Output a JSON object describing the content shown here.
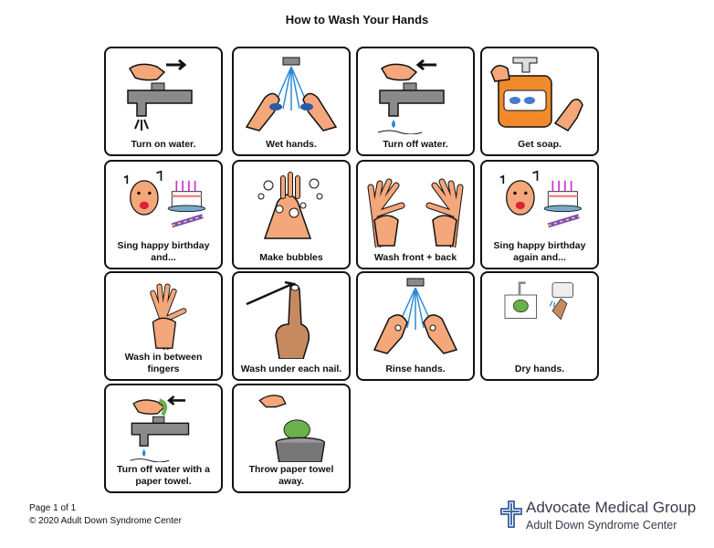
{
  "title": "How to Wash Your Hands",
  "steps": [
    {
      "label": "Turn on water."
    },
    {
      "label": "Wet hands."
    },
    {
      "label": "Turn off water."
    },
    {
      "label": "Get soap."
    },
    {
      "label": "Sing happy birthday and..."
    },
    {
      "label": "Make bubbles"
    },
    {
      "label": "Wash front + back"
    },
    {
      "label": "Sing happy birthday again and..."
    },
    {
      "label": "Wash in between fingers"
    },
    {
      "label": "Wash under each nail."
    },
    {
      "label": "Rinse hands."
    },
    {
      "label": "Dry hands."
    },
    {
      "label": "Turn off water with a paper towel."
    },
    {
      "label": "Throw paper towel away."
    }
  ],
  "footer": {
    "page": "Page 1 of 1",
    "copyright": "© 2020 Adult Down Syndrome Center"
  },
  "logo": {
    "name": "Advocate Medical Group",
    "sub": "Adult Down Syndrome Center"
  },
  "colors": {
    "skin": "#f3a77a",
    "skin_dark": "#c68a5e",
    "water": "#2a8bd8",
    "faucet": "#8a8a8a",
    "soap": "#f08a2a",
    "towel": "#6ab04c",
    "logo_blue": "#4a6aa8"
  }
}
